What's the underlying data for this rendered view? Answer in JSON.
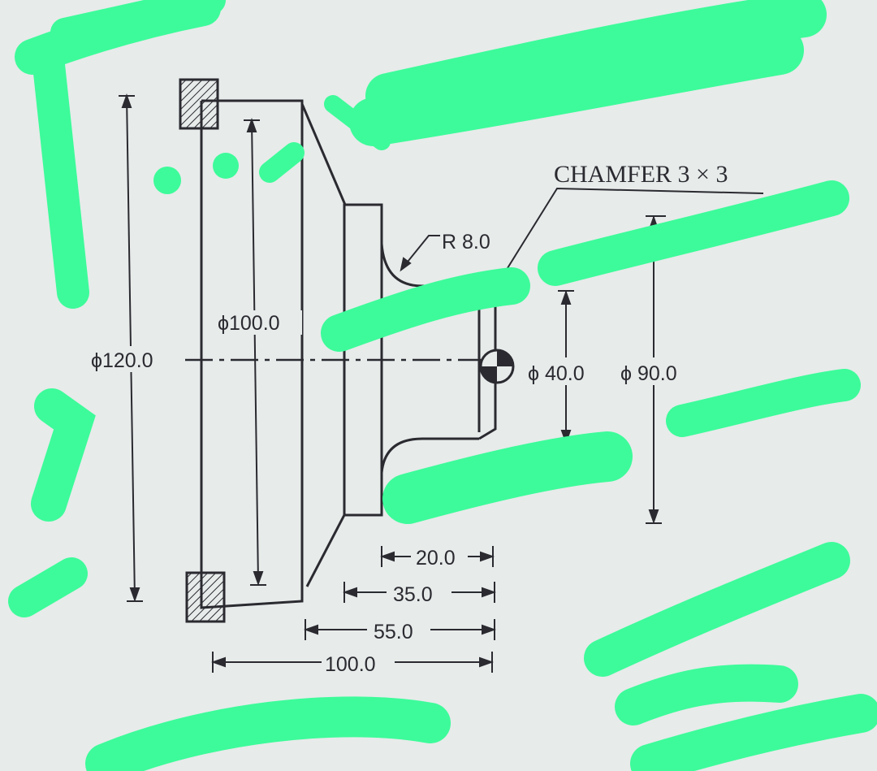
{
  "drawing": {
    "chamfer_note": "CHAMFER 3 × 3",
    "radius_label": "R 8.0",
    "dia_120": "ϕ120.0",
    "dia_100": "ϕ100.0",
    "dia_40": "ϕ 40.0",
    "dia_90": "ϕ 90.0",
    "len_20": "20.0",
    "len_35": "35.0",
    "len_55": "55.0",
    "len_100": "100.0"
  },
  "colors": {
    "line": "#2a2a30",
    "paper": "#e7ebea",
    "highlighter": "#3dfb9a"
  }
}
